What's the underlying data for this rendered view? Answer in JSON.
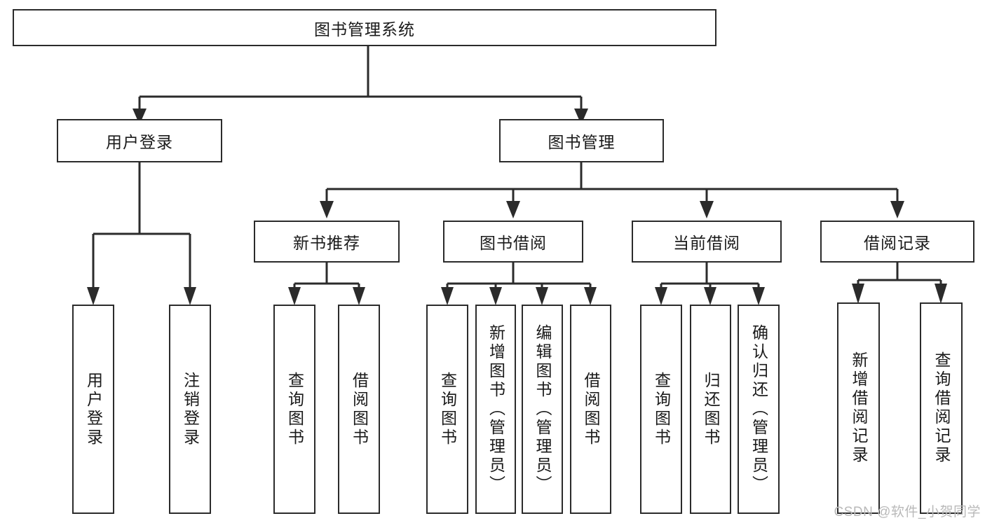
{
  "diagram": {
    "type": "tree-hierarchy",
    "title": "图书管理系统",
    "root": {
      "id": "root",
      "label": "图书管理系统"
    },
    "level2": [
      {
        "id": "user-login",
        "label": "用户登录"
      },
      {
        "id": "book-management",
        "label": "图书管理"
      }
    ],
    "level3": [
      {
        "id": "new-book-recommend",
        "label": "新书推荐",
        "parent": "book-management"
      },
      {
        "id": "book-borrow",
        "label": "图书借阅",
        "parent": "book-management"
      },
      {
        "id": "current-borrow",
        "label": "当前借阅",
        "parent": "book-management"
      },
      {
        "id": "borrow-record",
        "label": "借阅记录",
        "parent": "book-management"
      }
    ],
    "leaves": [
      {
        "id": "leaf-user-login",
        "label": "用户登录",
        "parent": "user-login"
      },
      {
        "id": "leaf-logout-login",
        "label": "注销登录",
        "parent": "user-login"
      },
      {
        "id": "leaf-query-book-1",
        "label": "查询图书",
        "parent": "new-book-recommend"
      },
      {
        "id": "leaf-borrow-book-1",
        "label": "借阅图书",
        "parent": "new-book-recommend"
      },
      {
        "id": "leaf-query-book-2",
        "label": "查询图书",
        "parent": "book-borrow"
      },
      {
        "id": "leaf-add-book",
        "label": "新增图书（管理员）",
        "parent": "book-borrow"
      },
      {
        "id": "leaf-edit-book",
        "label": "编辑图书（管理员）",
        "parent": "book-borrow"
      },
      {
        "id": "leaf-borrow-book-2",
        "label": "借阅图书",
        "parent": "book-borrow"
      },
      {
        "id": "leaf-query-book-3",
        "label": "查询图书",
        "parent": "current-borrow"
      },
      {
        "id": "leaf-return-book",
        "label": "归还图书",
        "parent": "current-borrow"
      },
      {
        "id": "leaf-confirm-return",
        "label": "确认归还（管理员）",
        "parent": "current-borrow"
      },
      {
        "id": "leaf-add-record",
        "label": "新增借阅记录",
        "parent": "borrow-record"
      },
      {
        "id": "leaf-query-record",
        "label": "查询借阅记录",
        "parent": "borrow-record"
      }
    ],
    "colors": {
      "stroke": "#2b2b2b",
      "text": "#1a1a1a",
      "background": "#ffffff",
      "watermark": "#b9b9b9"
    }
  },
  "watermark": {
    "text": "CSDN @软件_小贺同学"
  }
}
